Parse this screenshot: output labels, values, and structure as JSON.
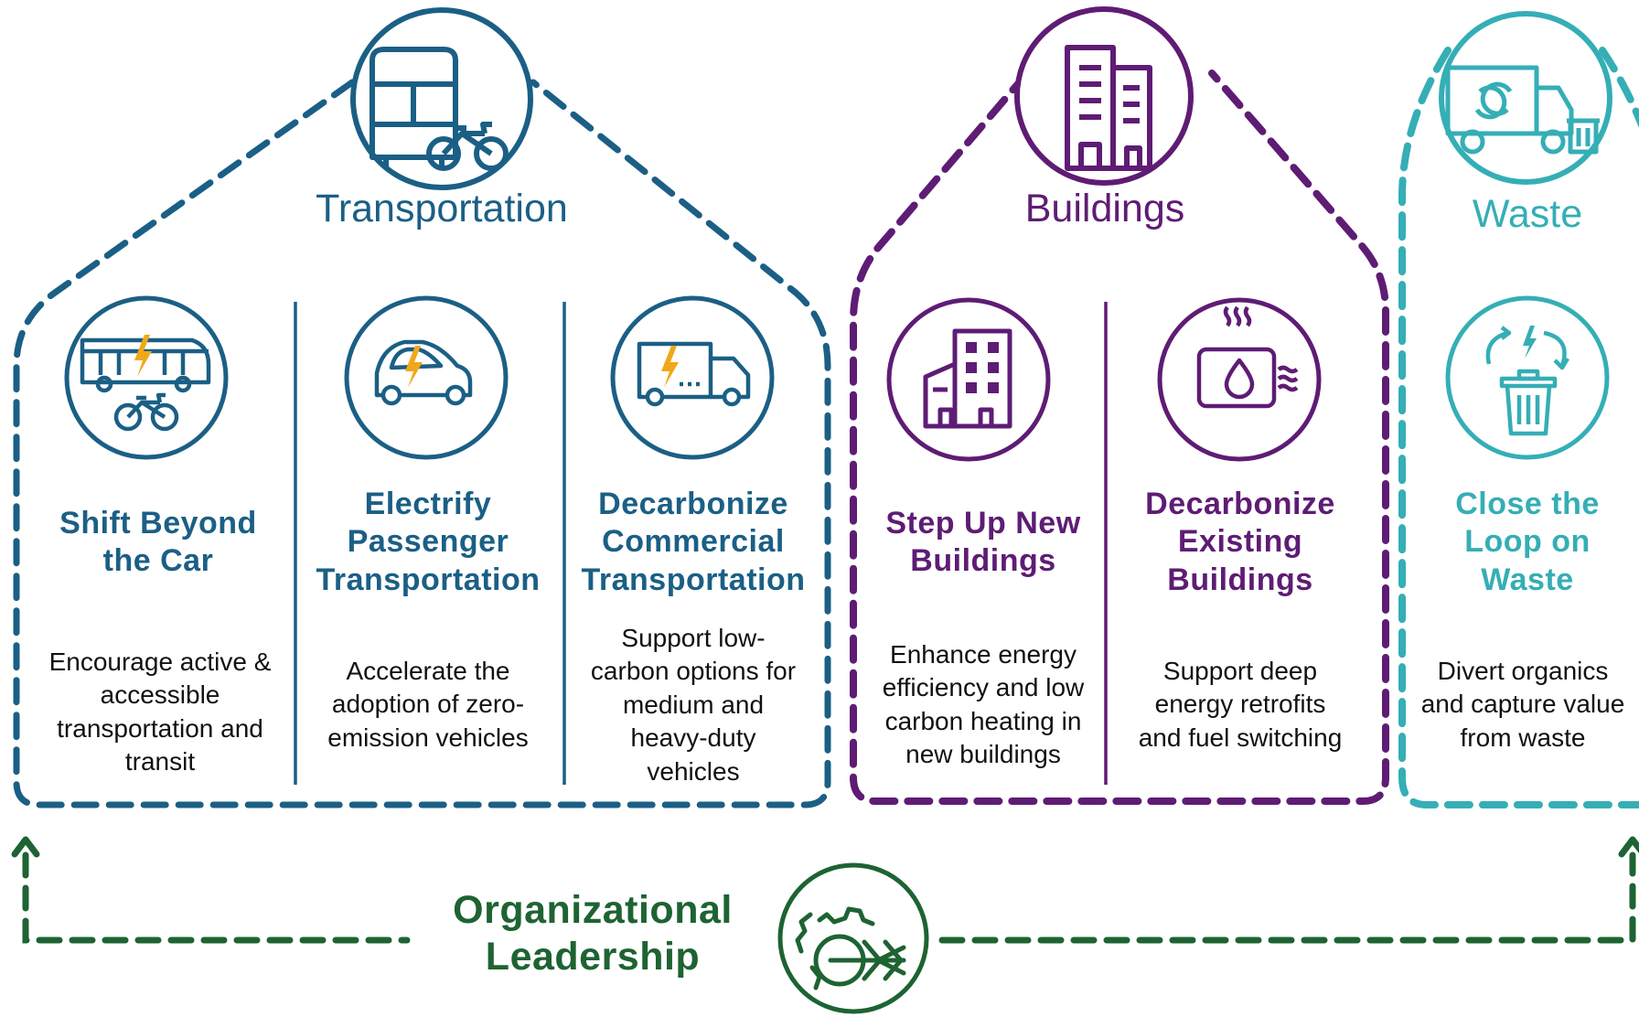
{
  "colors": {
    "transportation": "#1b5f85",
    "buildings": "#5e1c74",
    "waste": "#35aeb6",
    "leadership": "#1e6332",
    "bolt": "#f0a81a"
  },
  "categories": {
    "transportation": "Transportation",
    "buildings": "Buildings",
    "waste": "Waste"
  },
  "pillars": [
    {
      "icon": "bus-bicycle-icon",
      "title": [
        "Shift Beyond",
        "the Car"
      ],
      "description": [
        "Encourage active &",
        "accessible",
        "transportation and",
        "transit"
      ]
    },
    {
      "icon": "electric-car-icon",
      "title": [
        "Electrify",
        "Passenger",
        "Transportation"
      ],
      "description": [
        "Accelerate the",
        "adoption of zero-",
        "emission vehicles"
      ]
    },
    {
      "icon": "electric-truck-icon",
      "title": [
        "Decarbonize",
        "Commercial",
        "Transportation"
      ],
      "description": [
        "Support low-",
        "carbon options for",
        "medium and",
        "heavy-duty",
        "vehicles"
      ]
    },
    {
      "icon": "new-building-icon",
      "title": [
        "Step Up New",
        "Buildings"
      ],
      "description": [
        "Enhance energy",
        "efficiency and low",
        "carbon heating in",
        "new buildings"
      ]
    },
    {
      "icon": "water-heater-icon",
      "title": [
        "Decarbonize",
        "Existing",
        "Buildings"
      ],
      "description": [
        "Support deep",
        "energy retrofits",
        "and fuel switching"
      ]
    },
    {
      "icon": "recycle-bin-icon",
      "title": [
        "Close the",
        "Loop on",
        "Waste"
      ],
      "description": [
        "Divert organics",
        "and capture value",
        "from waste"
      ]
    }
  ],
  "leadership": {
    "title": [
      "Organizational",
      "Leadership"
    ],
    "icon": "gear-arrows-icon"
  },
  "category_icons": {
    "transportation": "bus-bike-icon",
    "buildings": "office-buildings-icon",
    "waste": "garbage-truck-icon"
  }
}
